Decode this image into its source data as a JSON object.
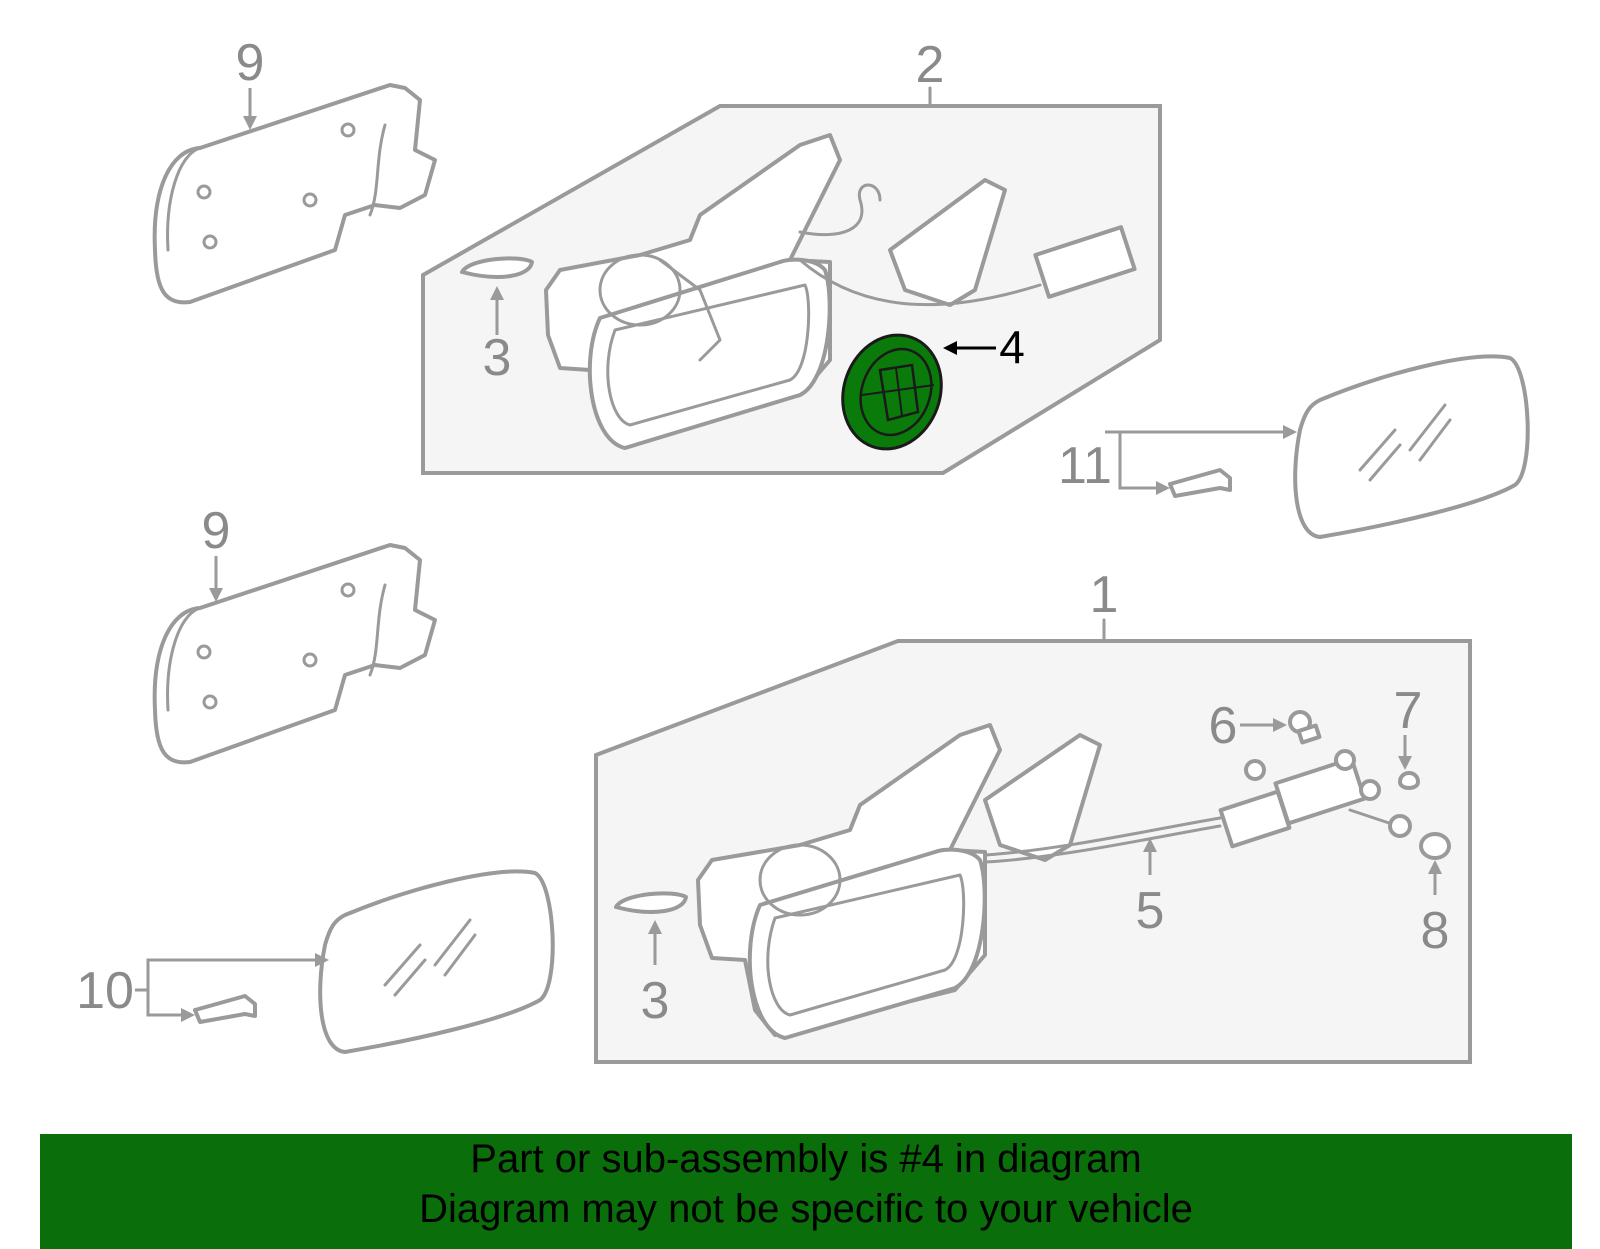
{
  "diagram": {
    "callouts": {
      "c1": "1",
      "c2": "2",
      "c3a": "3",
      "c3b": "3",
      "c4": "4",
      "c5": "5",
      "c6": "6",
      "c7": "7",
      "c8": "8",
      "c9a": "9",
      "c9b": "9",
      "c10": "10",
      "c11": "11"
    },
    "highlighted_part": "4",
    "colors": {
      "highlight": "#0a7a0a",
      "line": "#9a9a9a",
      "banner": "#0a6e0a"
    }
  },
  "banner": {
    "line1": "Part or sub-assembly is #4 in diagram",
    "line2": "Diagram may not be specific to your vehicle"
  }
}
